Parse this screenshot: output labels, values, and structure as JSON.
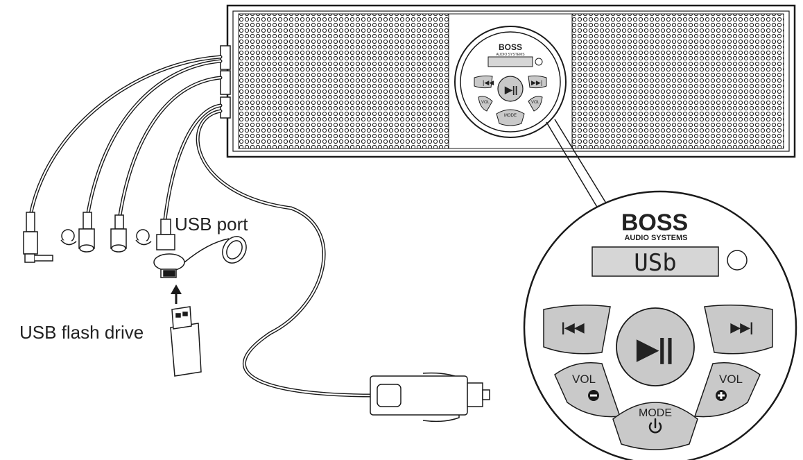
{
  "labels": {
    "usb_port": "USB port",
    "usb_flash_drive": "USB flash drive"
  },
  "controller": {
    "brand": "BOSS",
    "brand_sub": "AUDIO SYSTEMS",
    "display_text": "USb",
    "buttons": {
      "prev": "|◀◀",
      "next": "▶▶|",
      "play_pause": "▶||",
      "vol_down": "VOL",
      "vol_up": "VOL",
      "mode": "MODE"
    }
  },
  "colors": {
    "line": "#1a1a1a",
    "button_fill": "#c9c9c9",
    "lcd_fill": "#d6d6d6",
    "panel_fill": "#ffffff"
  }
}
